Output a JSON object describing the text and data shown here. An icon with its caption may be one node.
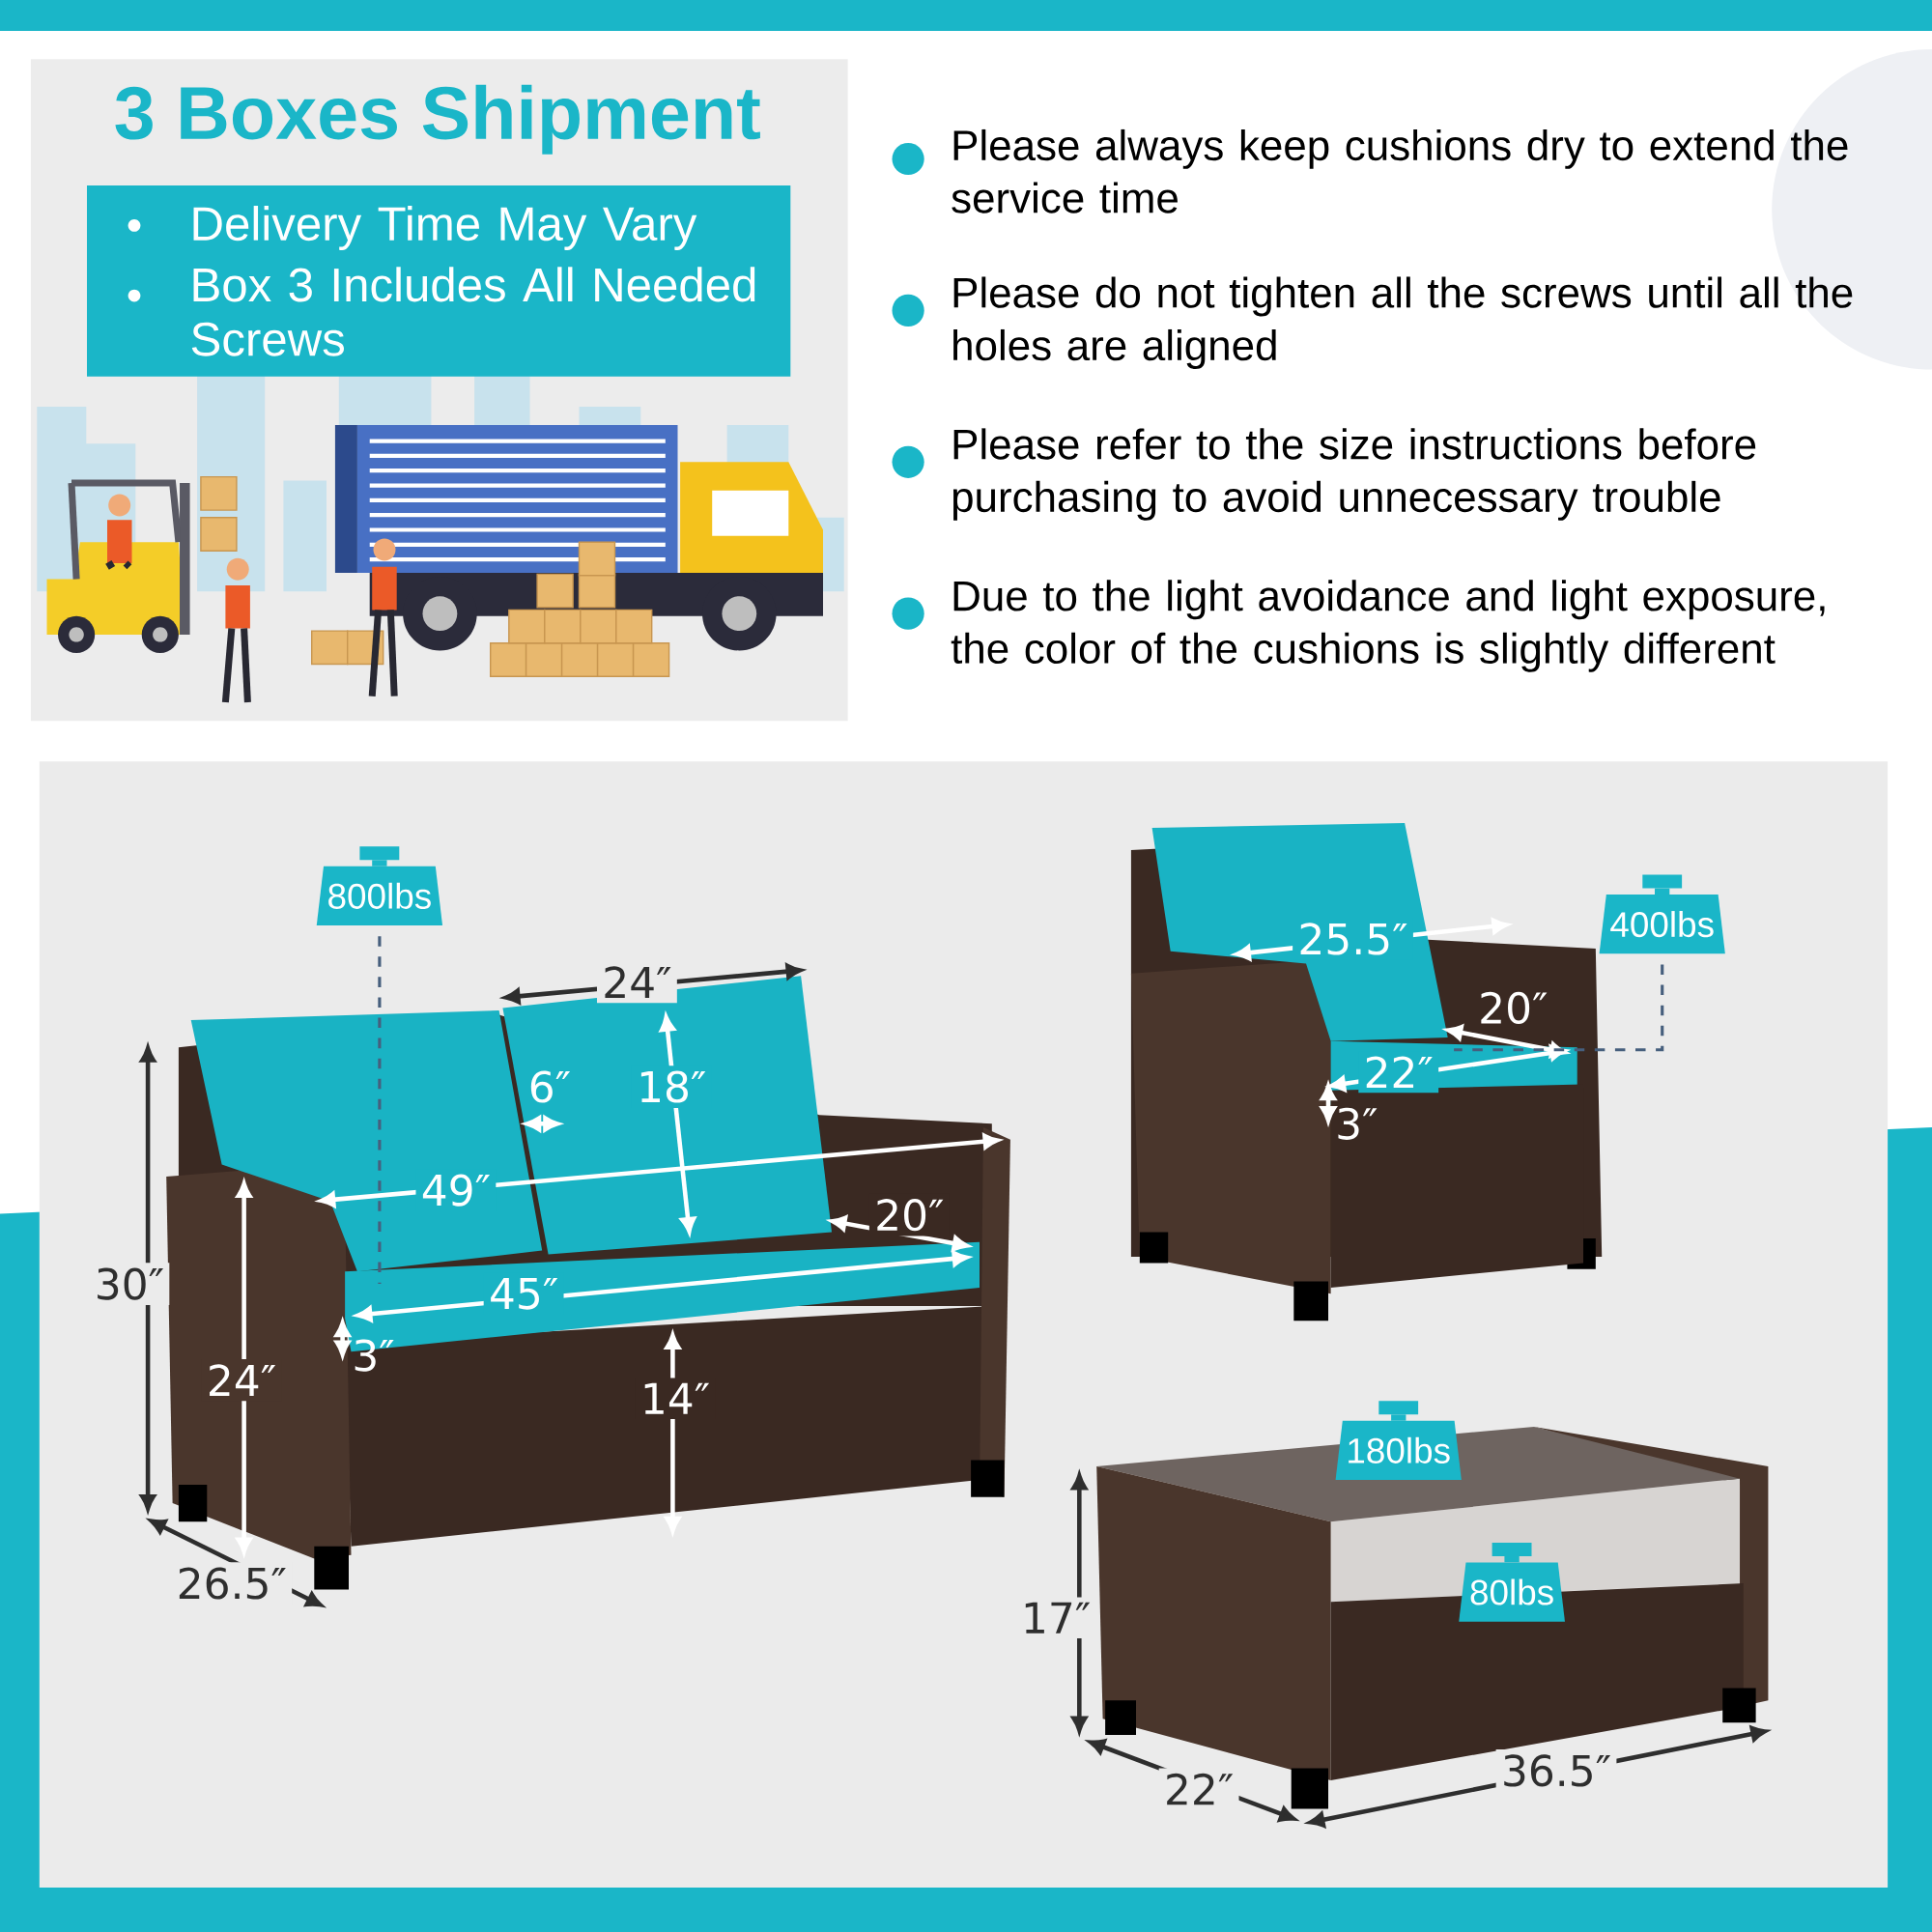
{
  "diagram": {
    "title": "3 Boxes Shipment",
    "nodes": [
      {
        "text": [
          "Delivery Time May Vary",
          "Box 3 Includes All Needed Screws"
        ]
      },
      {
        "text": [
          "800lbs"
        ]
      },
      {
        "text": [
          "400lbs"
        ]
      },
      {
        "text": [
          "180lbs"
        ]
      },
      {
        "text": [
          "80lbs"
        ]
      }
    ],
    "edges": [
      {
        "from": 1,
        "to": null,
        "arrow": "none",
        "style": "dashed"
      },
      {
        "from": 2,
        "to": null,
        "arrow": "none",
        "style": "dashed"
      }
    ],
    "labels": [
      "Please always keep cushions dry to extend the service time",
      "Please do not tighten all the screws until all the holes are aligned",
      "Please refer to the size instructions before purchasing to avoid unnecessary trouble",
      "Due to the light avoidance and light exposure, the color of the cushions is slightly different",
      "24″",
      "6″",
      "18″",
      "49″",
      "20″",
      "30″",
      "45″",
      "3″",
      "24″",
      "14″",
      "26.5″",
      "25.5″",
      "20″",
      "22″",
      "3″",
      "17″",
      "22″",
      "36.5″"
    ]
  }
}
